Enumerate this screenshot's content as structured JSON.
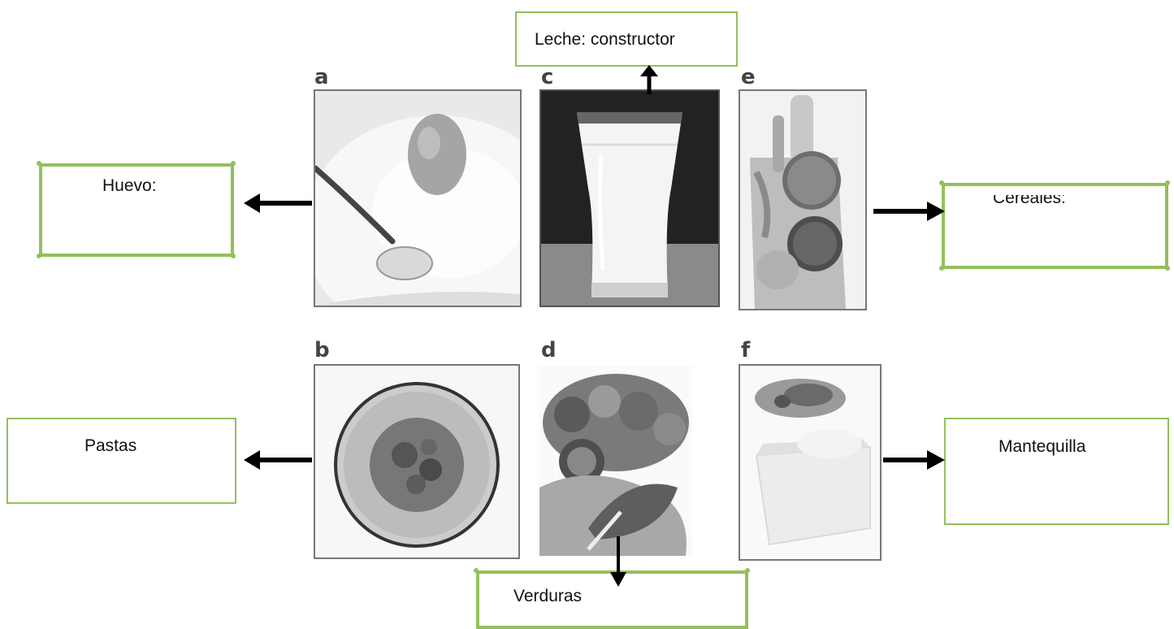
{
  "panels": {
    "a": {
      "letter": "a",
      "label": "Huevo:"
    },
    "b": {
      "letter": "b",
      "label": "Pastas"
    },
    "c": {
      "letter": "c",
      "label": "Leche: constructor"
    },
    "d": {
      "letter": "d",
      "label": "Verduras"
    },
    "e": {
      "letter": "e",
      "label": "Cereales:"
    },
    "f": {
      "letter": "f",
      "label": "Mantequilla"
    }
  },
  "colors": {
    "box_border": "#93c05b",
    "arrow": "#000000"
  }
}
